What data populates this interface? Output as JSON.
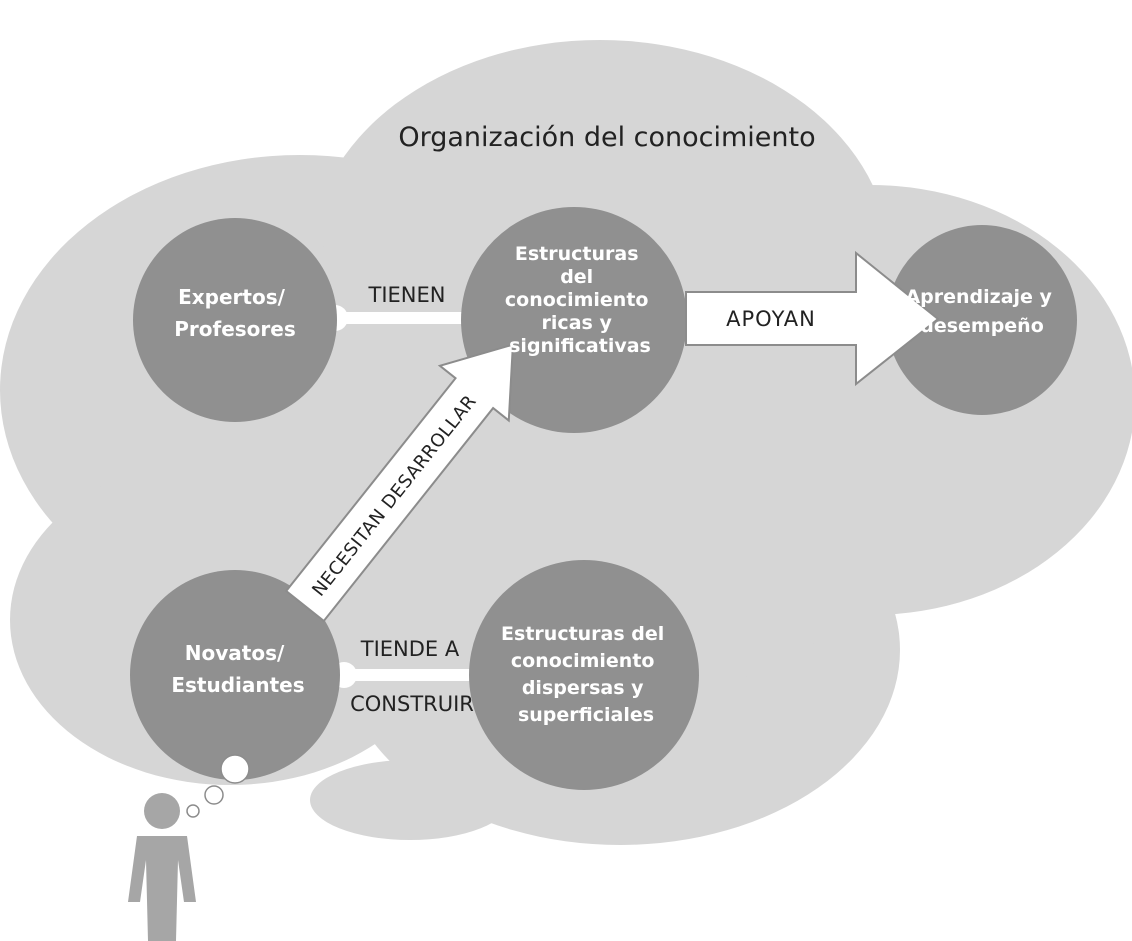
{
  "title": "Organización del conocimiento",
  "colors": {
    "cloud": "#d6d6d6",
    "node": "#909090",
    "node_text": "#ffffff",
    "connector": "#ffffff",
    "arrow_fill": "#ffffff",
    "arrow_stroke": "#8c8c8c",
    "text": "#222222",
    "person": "#a6a6a6"
  },
  "nodes": {
    "expertos": {
      "lines": [
        "Expertos/",
        "Profesores"
      ]
    },
    "estructuras_ricas": {
      "lines": [
        "Estructuras",
        "del",
        "conocimiento",
        "ricas y",
        "significativas"
      ]
    },
    "aprendizaje": {
      "lines": [
        "Aprendizaje y",
        "desempeño"
      ]
    },
    "novatos": {
      "lines": [
        "Novatos/",
        "Estudiantes"
      ]
    },
    "estructuras_dispersas": {
      "lines": [
        "Estructuras del",
        "conocimiento",
        "dispersas y",
        "superficiales"
      ]
    }
  },
  "edges": {
    "tienen": "TIENEN",
    "apoyan": "APOYAN",
    "necesitan": "NECESITAN DESARROLLAR",
    "tiende_a": "TIENDE A",
    "construir": "CONSTRUIR"
  },
  "icons": {
    "person": "person-icon",
    "thought_bubbles": "thought-bubble-icon"
  }
}
